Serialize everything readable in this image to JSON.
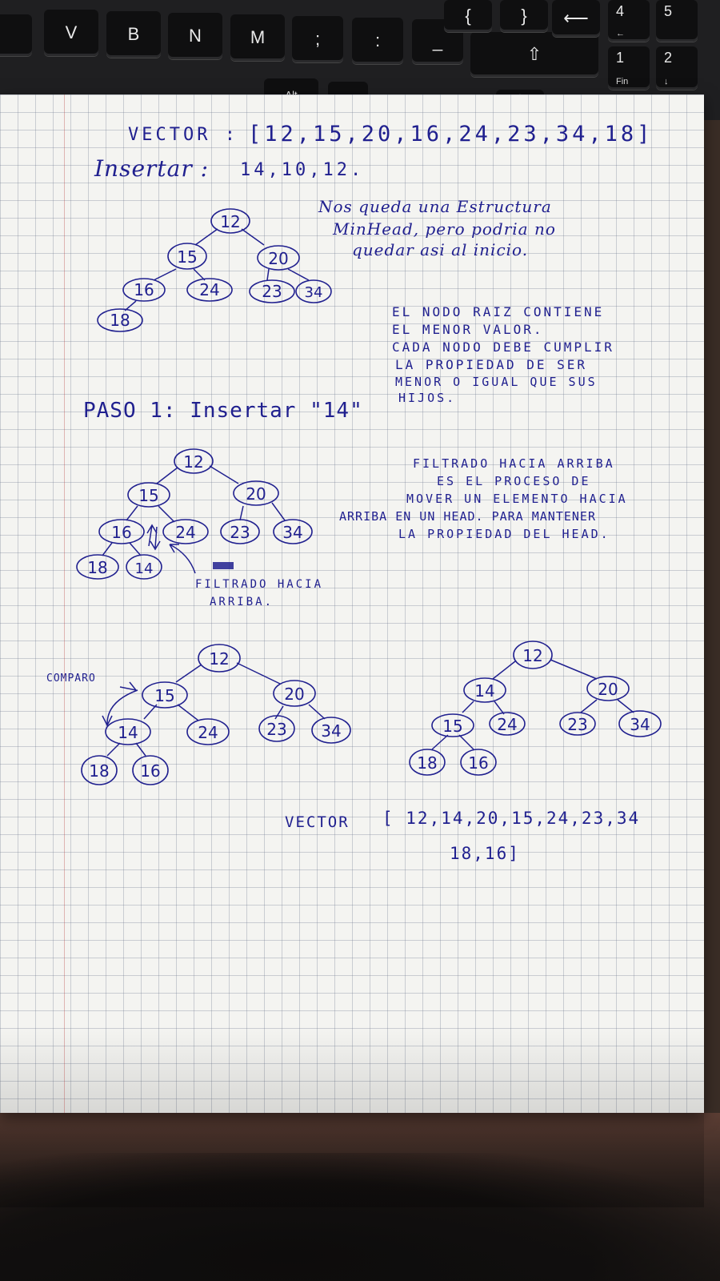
{
  "keyboard": {
    "keys": [
      "V",
      "B",
      "N",
      "M",
      "Alt",
      "1",
      "Fin",
      "2",
      "4",
      "5"
    ]
  },
  "notes": {
    "vector_label": "VECTOR :",
    "vector_values": "[12,15,20,16,24,23,34,18]",
    "insert_label": "Insertar :",
    "insert_values": "14,10,12.",
    "heap_note": [
      "Nos queda una Estructura",
      "MinHead, pero podria no",
      "quedar asi al inicio."
    ],
    "root_note": [
      "EL NODO RAIZ CONTIENE",
      "EL MENOR VALOR.",
      "CADA NODO DEBE CUMPLIR",
      "LA PROPIEDAD DE SER",
      "MENOR O IGUAL QUE SUS",
      "HIJOS."
    ],
    "step1": "PASO 1: Insertar \"14\"",
    "filter_note": [
      "FILTRADO HACIA ARRIBA",
      "ES EL PROCESO DE",
      "MOVER UN ELEMENTO HACIA",
      "ARRIBA EN UN HEAD. PARA MANTENER",
      "LA PROPIEDAD DEL HEAD."
    ],
    "filter_caption": [
      "FILTRADO HACIA",
      "ARRIBA."
    ],
    "comparo": "COMPARO",
    "result_label": "VECTOR",
    "result_values_line1": "[ 12,14,20,15,24,23,34",
    "result_values_line2": "18,16]"
  },
  "trees": {
    "tree1": [
      "12",
      "15",
      "20",
      "16",
      "24",
      "23",
      "34",
      "18"
    ],
    "tree2": [
      "12",
      "15",
      "20",
      "16",
      "24",
      "23",
      "34",
      "18",
      "14"
    ],
    "tree3": [
      "12",
      "15",
      "20",
      "14",
      "24",
      "23",
      "34",
      "18",
      "16"
    ],
    "tree4": [
      "12",
      "14",
      "20",
      "15",
      "24",
      "23",
      "34",
      "18",
      "16"
    ]
  },
  "colors": {
    "ink": "#20208f",
    "paper": "#f4f4f1",
    "grid": "#8a93a6",
    "desk": "#3a2d26"
  }
}
